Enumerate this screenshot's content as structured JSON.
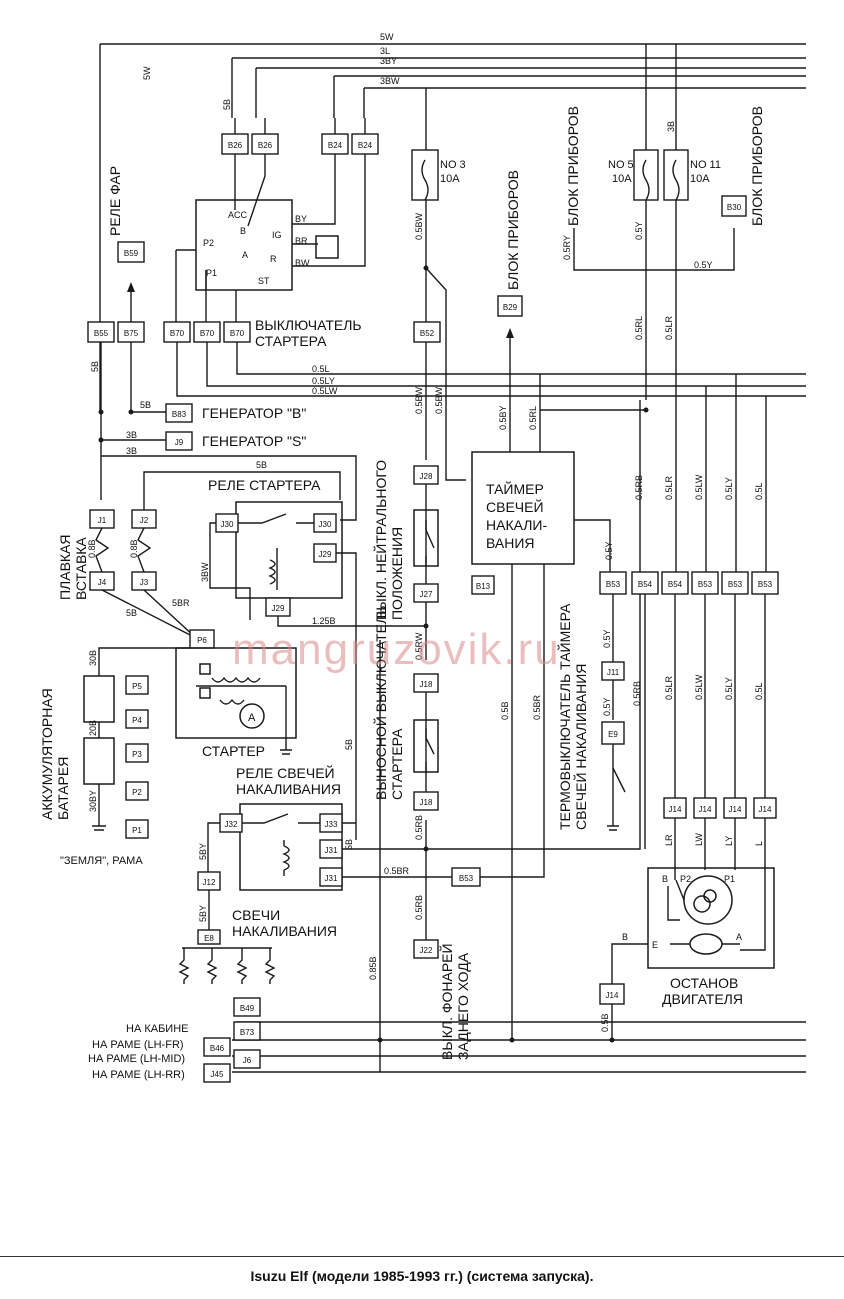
{
  "caption": "Isuzu Elf (модели 1985-1993 гг.) (система запуска).",
  "watermark": "mangruzovik.ru",
  "labels": {
    "headlight_relay": "РЕЛЕ ФАР",
    "instrument_block": "БЛОК ПРИБОРОВ",
    "starter_switch_1": "ВЫКЛЮЧАТЕЛЬ",
    "starter_switch_2": "СТАРТЕРА",
    "generator_b": "ГЕНЕРАТОР \"B\"",
    "generator_s": "ГЕНЕРАТОР \"S\"",
    "starter_relay": "РЕЛЕ СТАРТЕРА",
    "fusible_link_1": "ПЛАВКАЯ",
    "fusible_link_2": "ВСТАВКА",
    "battery_1": "АККУМУЛЯТОРНАЯ",
    "battery_2": "БАТАРЕЯ",
    "starter": "СТАРТЕР",
    "glow_relay_1": "РЕЛЕ СВЕЧЕЙ",
    "glow_relay_2": "НАКАЛИВАНИЯ",
    "glow_plugs_1": "СВЕЧИ",
    "glow_plugs_2": "НАКАЛИВАНИЯ",
    "ground_frame": "\"ЗЕМЛЯ\", РАМА",
    "timer_1": "ТАЙМЕР",
    "timer_2": "СВЕЧЕЙ",
    "timer_3": "НАКАЛИ-",
    "timer_4": "ВАНИЯ",
    "neutral_sw_1": "ВЫКЛ. НЕЙТРАЛЬНОГО",
    "neutral_sw_2": "ПОЛОЖЕНИЯ",
    "remote_sw_1": "ВЫНОСНОЙ ВЫКЛЮЧАТЕЛЬ",
    "remote_sw_2": "СТАРТЕРА",
    "reverse_sw_1": "ВЫКЛ. ФОНАРЕЙ",
    "reverse_sw_2": "ЗАДНЕГО ХОДА",
    "thermo_sw_1": "ТЕРМОВЫКЛЮЧАТЕЛЬ ТАЙМЕРА",
    "thermo_sw_2": "СВЕЧЕЙ НАКАЛИВАНИЯ",
    "engine_stop_1": "ОСТАНОВ",
    "engine_stop_2": "ДВИГАТЕЛЯ",
    "cab": "НА КАБИНЕ",
    "frame_fr": "НА РАМЕ (LH-FR)",
    "frame_mid": "НА РАМЕ (LH-MID)",
    "frame_rr": "НА РАМЕ (LH-RR)"
  },
  "fuses": {
    "f3": [
      "NO 3",
      "10A"
    ],
    "f5": [
      "NO 5",
      "10A"
    ],
    "f11": [
      "NO 11",
      "10A"
    ]
  },
  "wires": {
    "w5W": "5W",
    "w3L": "3L",
    "w3BY": "3BY",
    "w3BW": "3BW",
    "w5B": "5B",
    "w3B": "3B",
    "w05BW": "0.5BW",
    "w05L": "0.5L",
    "w05LY": "0.5LY",
    "w05LW": "0.5LW",
    "w05Y": "0.5Y",
    "w05RY": "0.5RY",
    "w05RL": "0.5RL",
    "w05LR": "0.5LR",
    "w05BY": "0.5BY",
    "w05RB": "0.5RB",
    "w125B": "1.25B",
    "w08B": "0.8B",
    "w5BR": "5BR",
    "w3BW2": "3BW",
    "w30B": "30B",
    "w20B": "20B",
    "w30BY": "30BY",
    "w05SBW": "0.5RW",
    "w05SRB": "0.5RB",
    "w05BR": "0.5BR",
    "w05B": "0.5B",
    "w085B": "0.85B",
    "w5BY": "5BY",
    "w08B2": "0.8B",
    "w3B_sw": "3B",
    "LR": "LR",
    "LW": "LW",
    "LY": "LY",
    "L": "L",
    "BY": "BY",
    "BR": "BR",
    "BW": "BW",
    "LWs": "LW",
    "LYs": "LY",
    "Ls": "L",
    "Bs": "B"
  },
  "connectors": {
    "B26a": "B26",
    "B26b": "B26",
    "B24a": "B24",
    "B24b": "B24",
    "B59": "B59",
    "B55": "B55",
    "B75": "B75",
    "B70a": "B70",
    "B70b": "B70",
    "B70c": "B70",
    "B52": "B52",
    "B29": "B29",
    "B30": "B30",
    "B83": "B83",
    "J9": "J9",
    "J28": "J28",
    "B13": "B13",
    "J1": "J1",
    "J2": "J2",
    "J4": "J4",
    "J3": "J3",
    "J30a": "J30",
    "J30b": "J30",
    "J29a": "J29",
    "J29b": "J29",
    "J27": "J27",
    "P6": "P6",
    "P5": "P5",
    "P4": "P4",
    "P3": "P3",
    "P2": "P2",
    "P1": "P1",
    "J18a": "J18",
    "J18b": "J18",
    "J11": "J11",
    "E9": "E9",
    "B53a": "B53",
    "B54a": "B54",
    "B54b": "B54",
    "B53b": "B53",
    "B53c": "B53",
    "B53d": "B53",
    "J32": "J32",
    "J33": "J33",
    "J31a": "J31",
    "J31b": "J31",
    "J12": "J12",
    "E8": "E8",
    "B53e": "B53",
    "J22": "J22",
    "J14a": "J14",
    "J14b": "J14",
    "J14c": "J14",
    "J14d": "J14",
    "J14e": "J14",
    "B49": "B49",
    "B73": "B73",
    "B46": "B46",
    "J6": "J6",
    "J45": "J45"
  },
  "switch_terms": {
    "acc": "ACC",
    "b": "B",
    "ig": "IG",
    "r": "R",
    "st": "ST",
    "p1": "P1",
    "p2": "P2",
    "a": "A"
  },
  "motor": "A",
  "stop_terms": {
    "b": "B",
    "p2": "P2",
    "p1": "P1",
    "e": "E",
    "a": "A"
  }
}
